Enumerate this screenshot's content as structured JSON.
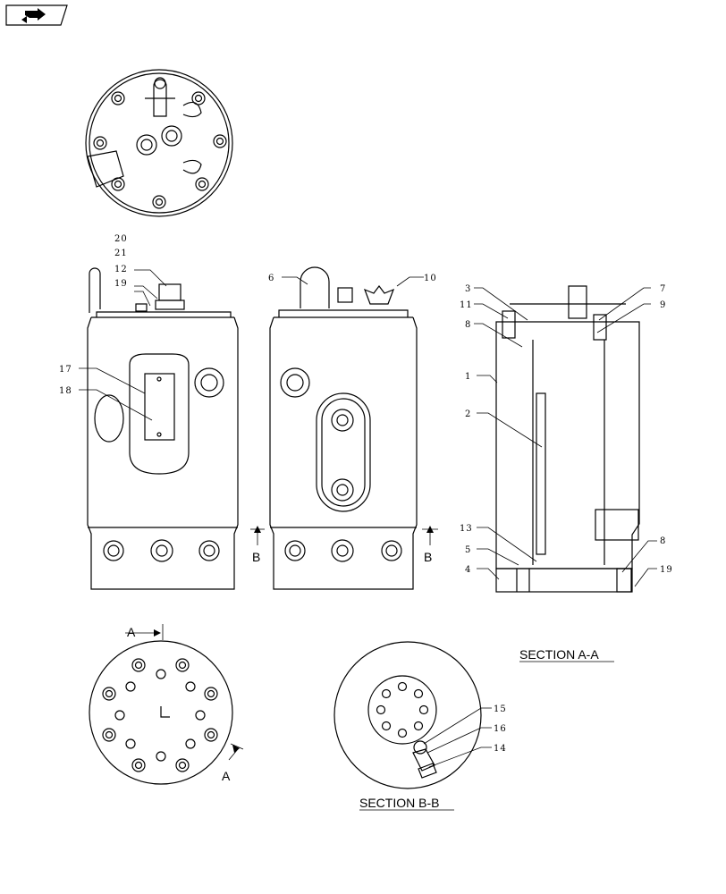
{
  "section_a_title": "SECTION  A-A",
  "section_b_title": "SECTION  B-B",
  "marker_a": "A",
  "marker_b": "B",
  "callouts": {
    "c20": "20",
    "c21": "21",
    "c12": "12",
    "c19a": "19",
    "c17": "17",
    "c18": "18",
    "c6": "6",
    "c10": "10",
    "c3": "3",
    "c11": "11",
    "c8a": "8",
    "c1": "1",
    "c2": "2",
    "c7": "7",
    "c9": "9",
    "c13": "13",
    "c5": "5",
    "c4": "4",
    "c8b": "8",
    "c19b": "19",
    "c15": "15",
    "c16": "16",
    "c14": "14"
  }
}
